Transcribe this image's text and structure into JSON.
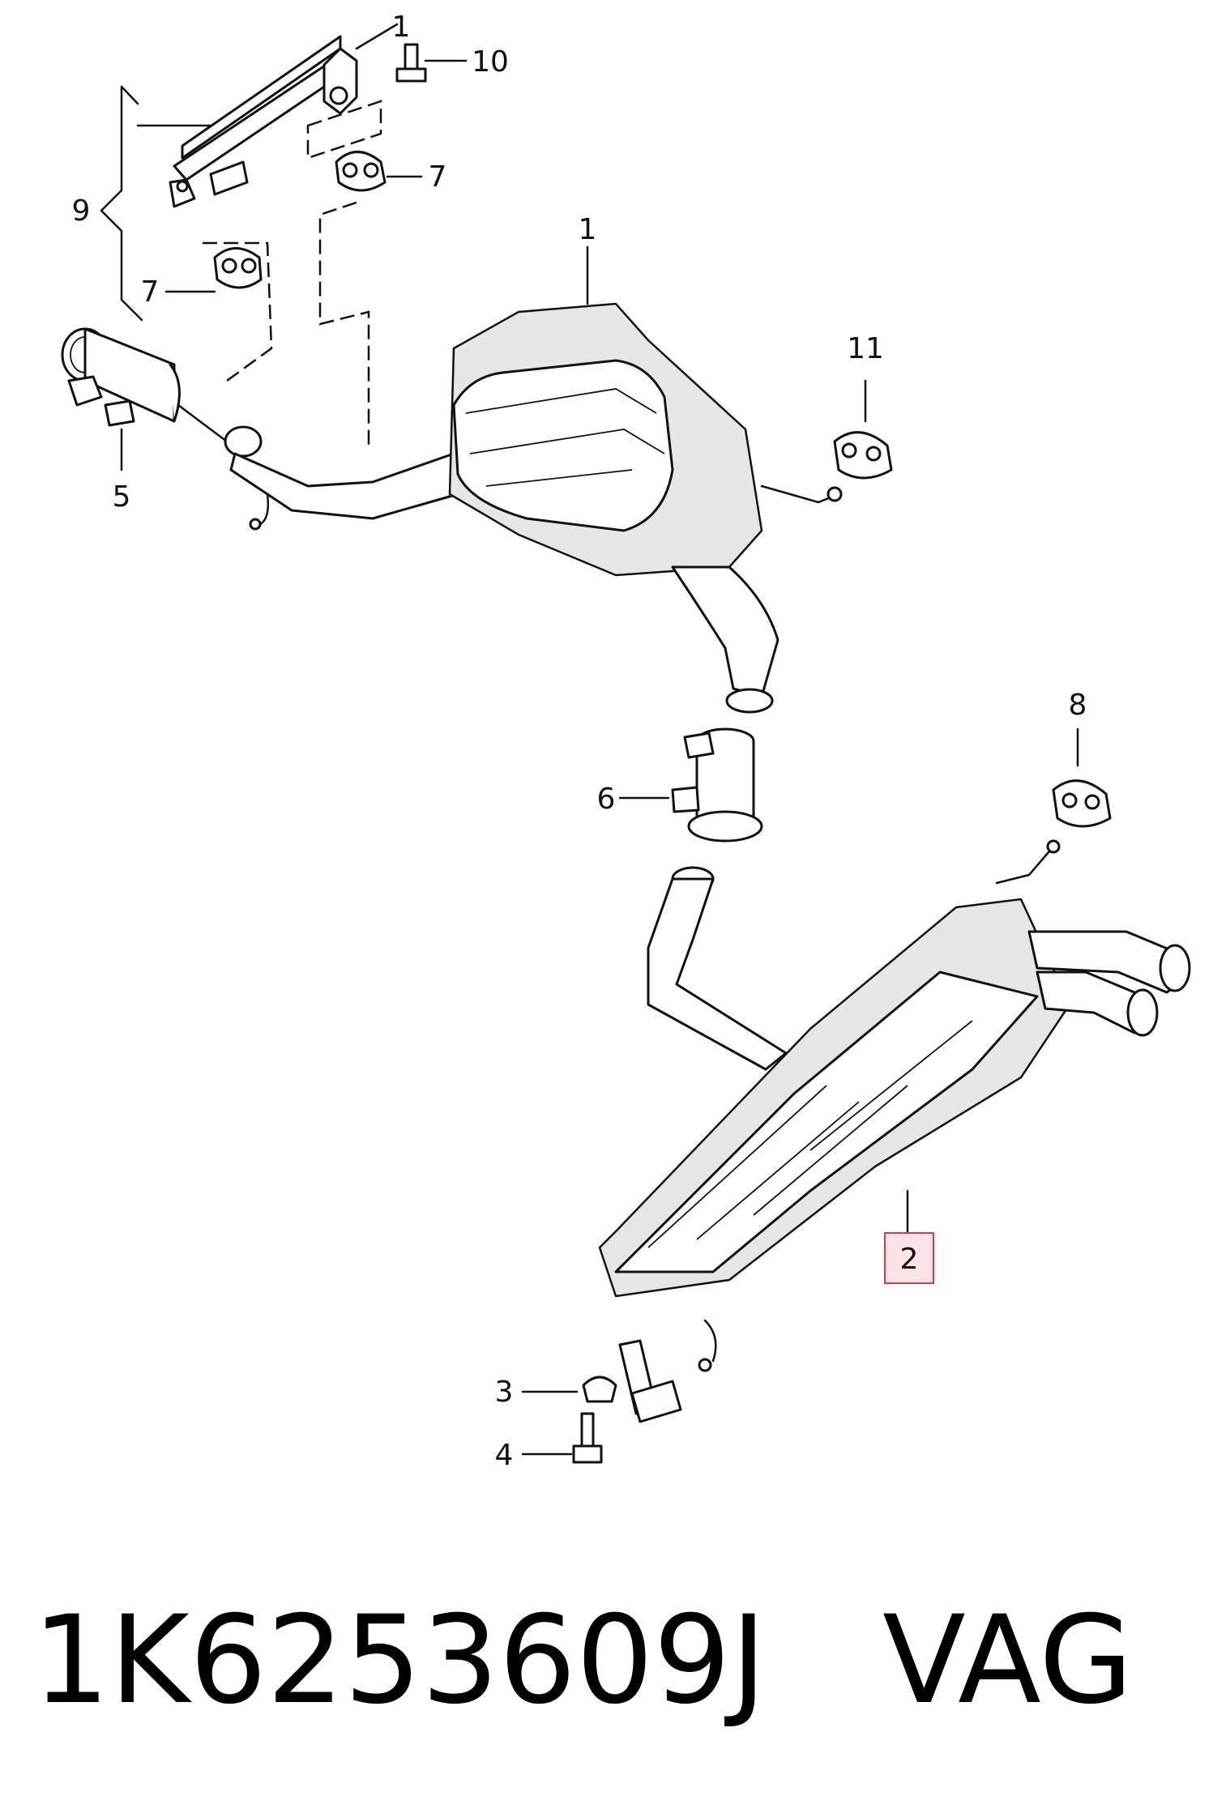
{
  "callouts": {
    "c1_top": "1",
    "c10": "10",
    "c9": "9",
    "c7_upper": "7",
    "c7_lower": "7",
    "c1_muffler": "1",
    "c5": "5",
    "c11": "11",
    "c6": "6",
    "c8": "8",
    "c2": "2",
    "c3": "3",
    "c4": "4"
  },
  "highlight_color": "#e0374f",
  "caption": {
    "part_number": "1K6253609J",
    "brand": "VAG"
  }
}
